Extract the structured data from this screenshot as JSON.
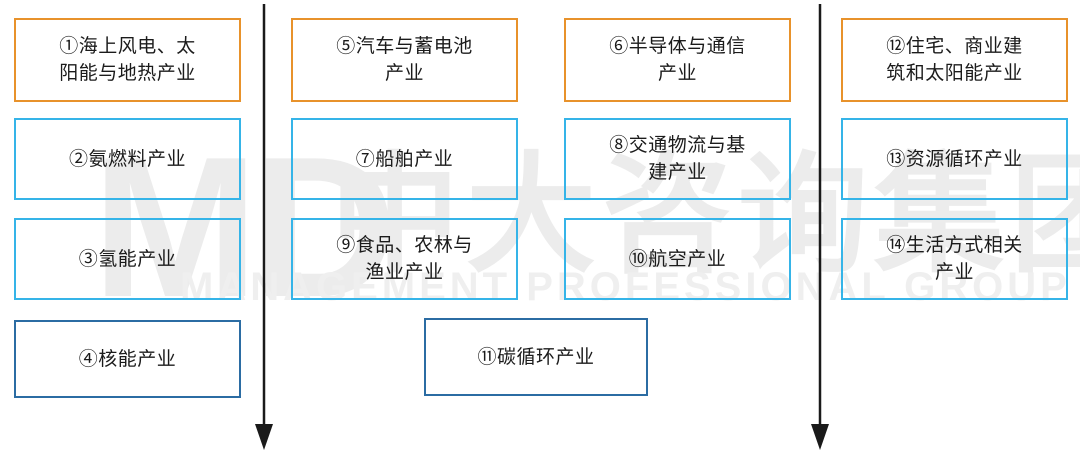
{
  "diagram": {
    "watermark": {
      "logo": "MD",
      "chinese": "中大咨询集团",
      "subtitle": "MANAGEMENT PROFESSIONAL GROUP"
    },
    "colors": {
      "orange": "#E8922B",
      "cyan": "#35B4E8",
      "navy": "#2B6CA3",
      "arrow": "#1A1A1A",
      "text": "#1B1B1B",
      "watermark": "#ECECEC"
    },
    "columns": [
      {
        "name": "column-1",
        "boxes": [
          {
            "number": "①",
            "label": "①海上风电、太\n阳能与地热产业",
            "style": "orange"
          },
          {
            "number": "②",
            "label": "②氨燃料产业",
            "style": "cyan"
          },
          {
            "number": "③",
            "label": "③氢能产业",
            "style": "cyan"
          },
          {
            "number": "④",
            "label": "④核能产业",
            "style": "navy"
          }
        ]
      },
      {
        "name": "column-2",
        "boxes": [
          {
            "number": "⑤",
            "label": "⑤汽车与蓄电池\n产业",
            "style": "orange"
          },
          {
            "number": "⑦",
            "label": "⑦船舶产业",
            "style": "cyan"
          },
          {
            "number": "⑨",
            "label": "⑨食品、农林与\n渔业产业",
            "style": "cyan"
          }
        ]
      },
      {
        "name": "column-3",
        "boxes": [
          {
            "number": "⑥",
            "label": "⑥半导体与通信\n产业",
            "style": "orange"
          },
          {
            "number": "⑧",
            "label": "⑧交通物流与基\n建产业",
            "style": "cyan"
          },
          {
            "number": "⑩",
            "label": "⑩航空产业",
            "style": "cyan"
          }
        ]
      },
      {
        "name": "column-4",
        "boxes": [
          {
            "number": "⑫",
            "label": "⑫住宅、商业建\n筑和太阳能产业",
            "style": "orange"
          },
          {
            "number": "⑬",
            "label": "⑬资源循环产业",
            "style": "cyan"
          },
          {
            "number": "⑭",
            "label": "⑭生活方式相关\n产业",
            "style": "cyan"
          }
        ]
      }
    ],
    "center_box": {
      "number": "⑪",
      "label": "⑪碳循环产业",
      "style": "navy"
    },
    "arrows": [
      {
        "name": "divider-arrow-left",
        "direction": "down"
      },
      {
        "name": "divider-arrow-right",
        "direction": "down"
      }
    ]
  }
}
